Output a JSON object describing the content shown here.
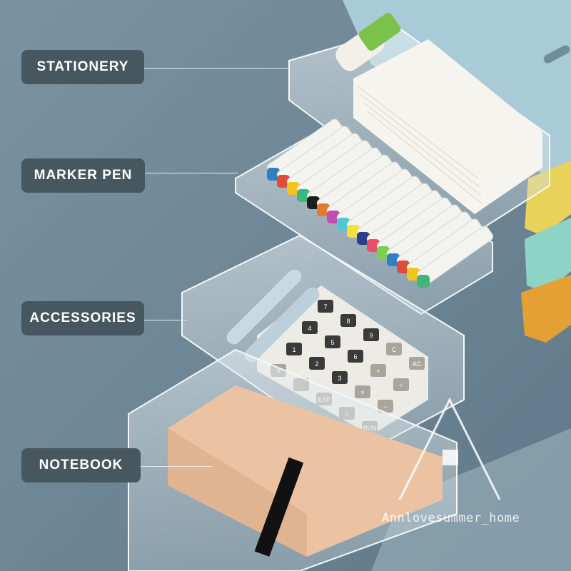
{
  "labels": {
    "stationery": "STATIONERY",
    "marker_pen": "MARKER PEN",
    "accessories": "ACCESSORIES",
    "notebook": "NOTEBOOK"
  },
  "calculator_keys": [
    "7",
    "8",
    "9",
    "C",
    "AC",
    "4",
    "5",
    "6",
    "+",
    "÷",
    "1",
    "2",
    "3",
    "×",
    "−",
    "0",
    ".",
    "EXP",
    "=",
    "RUN"
  ],
  "watermark": {
    "text": "Annlovesummer_home"
  },
  "colors": {
    "background": "#6e8794",
    "label_bg": "#47575f",
    "drawer_blue": "#a9cbd8",
    "drawer_yellow": "#e9d25a",
    "drawer_mint": "#8fd3c7",
    "drawer_orange": "#e5a033",
    "notebook_peach": "#ecc3a2"
  },
  "marker_cap_colors": [
    "#2f7fc1",
    "#e04b3a",
    "#f2c41c",
    "#40b67a",
    "#1c1c1c",
    "#e27c2a",
    "#c44db0",
    "#51c7d6",
    "#f0e13c",
    "#2a3d8f",
    "#e94f6a",
    "#7fcf4a"
  ]
}
